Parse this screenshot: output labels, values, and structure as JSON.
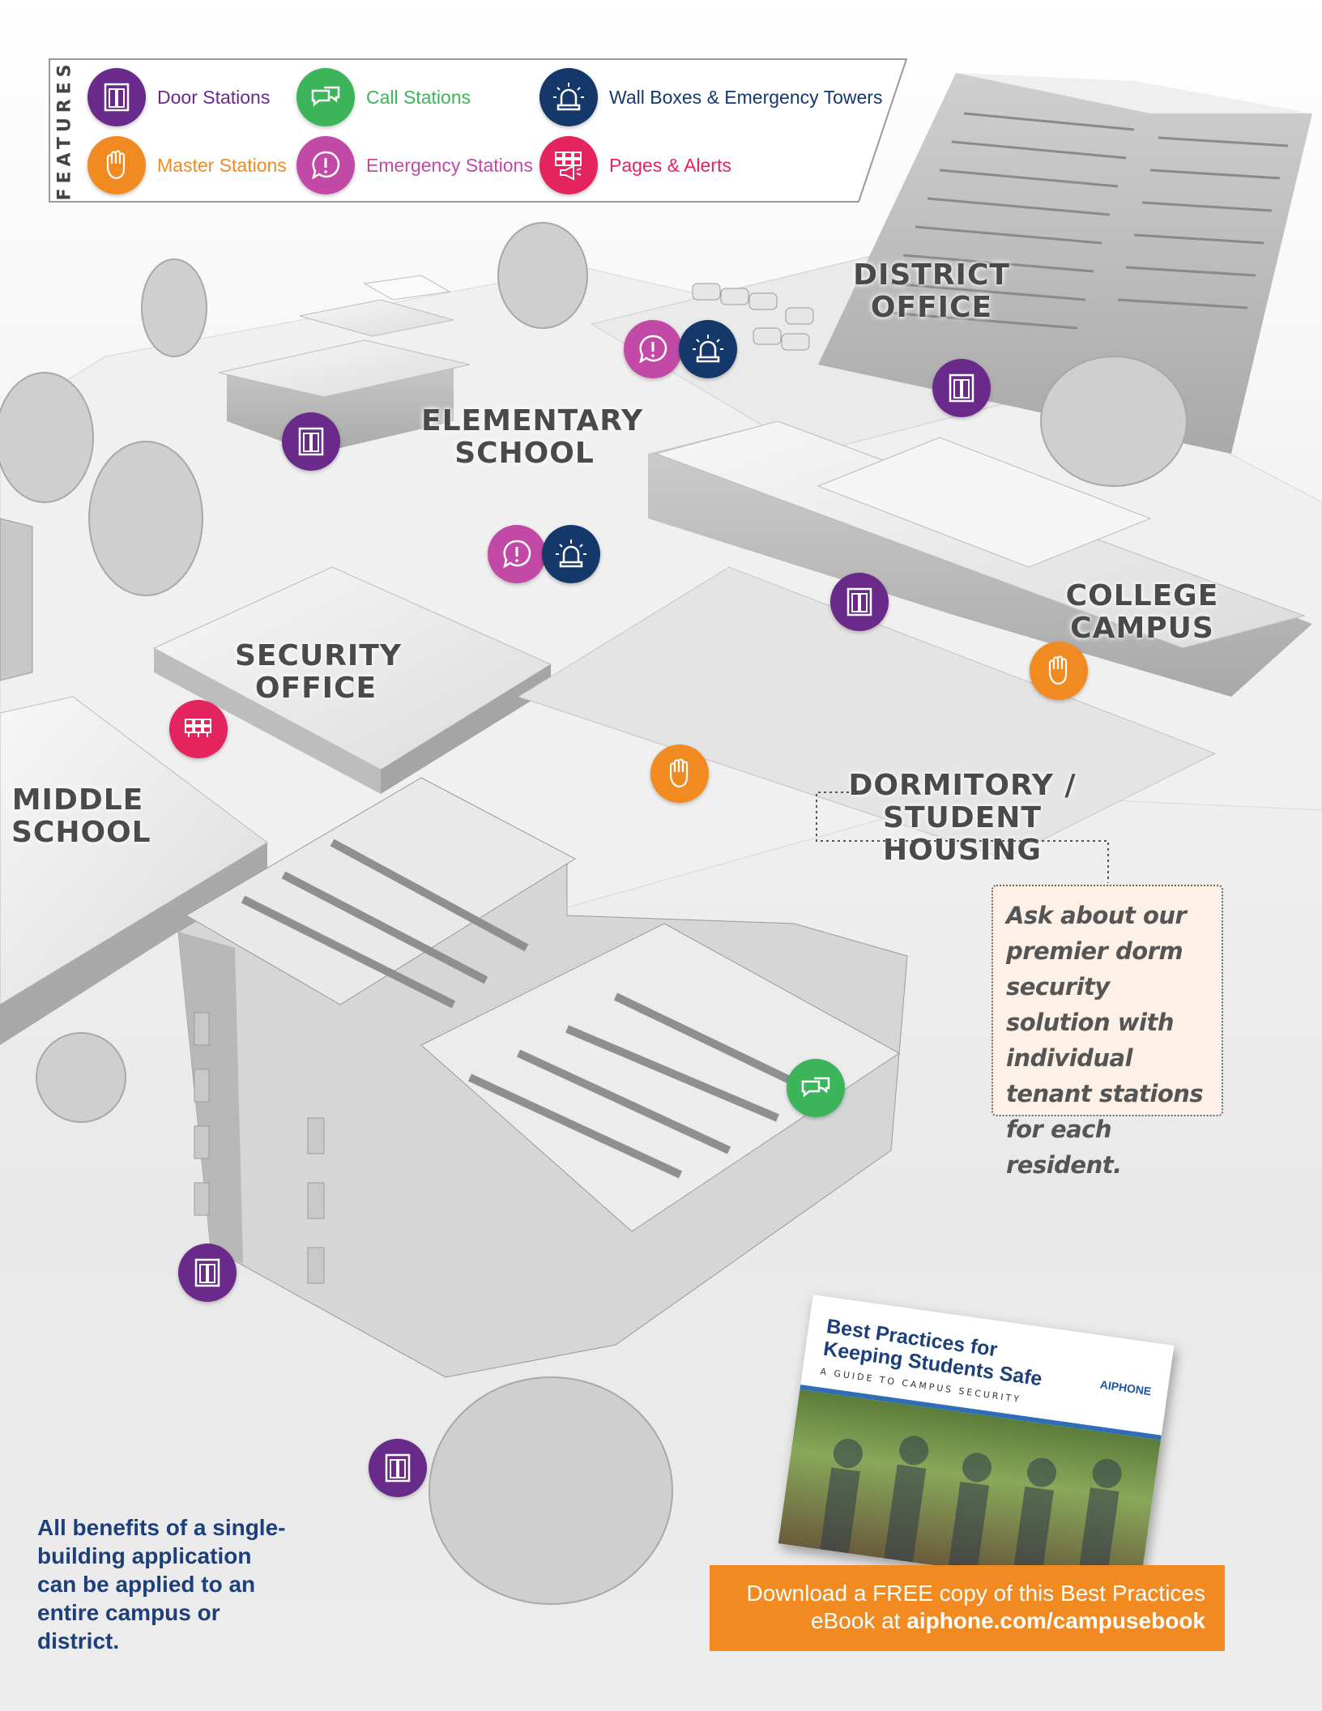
{
  "legend": {
    "label": "FEATURES",
    "items": [
      {
        "key": "door",
        "label": "Door Stations",
        "color": "#6a2a8a",
        "icon": "door-icon"
      },
      {
        "key": "call",
        "label": "Call Stations",
        "color": "#3cb45a",
        "icon": "chat-bubbles-icon"
      },
      {
        "key": "wall",
        "label": "Wall Boxes & Emergency Towers",
        "color": "#15386b",
        "icon": "siren-icon"
      },
      {
        "key": "master",
        "label": "Master Stations",
        "color": "#f28a22",
        "icon": "ear-hand-icon"
      },
      {
        "key": "emergency",
        "label": "Emergency Stations",
        "color": "#c24aa6",
        "icon": "alert-bubble-icon"
      },
      {
        "key": "pages",
        "label": "Pages & Alerts",
        "color": "#e4245f",
        "icon": "megaphone-grid-icon"
      }
    ]
  },
  "buildings": {
    "district": "DISTRICT\nOFFICE",
    "elementary": "ELEMENTARY\nSCHOOL",
    "college": "COLLEGE\nCAMPUS",
    "security": "SECURITY\nOFFICE",
    "middle": "MIDDLE\nSCHOOL",
    "dormitory": "DORMITORY /\nSTUDENT HOUSING"
  },
  "callout": {
    "text": "Ask about our premier dorm security solution with individual tenant stations for each resident."
  },
  "benefits": "All benefits of a single-building application can be applied to an entire campus or district.",
  "book": {
    "title": "Best Practices for Keeping Students Safe",
    "subtitle": "A GUIDE TO CAMPUS SECURITY",
    "brand": "AIPHONE"
  },
  "cta": {
    "text": "Download a FREE copy of this Best Practices eBook at ",
    "link": "aiphone.com/campusebook"
  }
}
